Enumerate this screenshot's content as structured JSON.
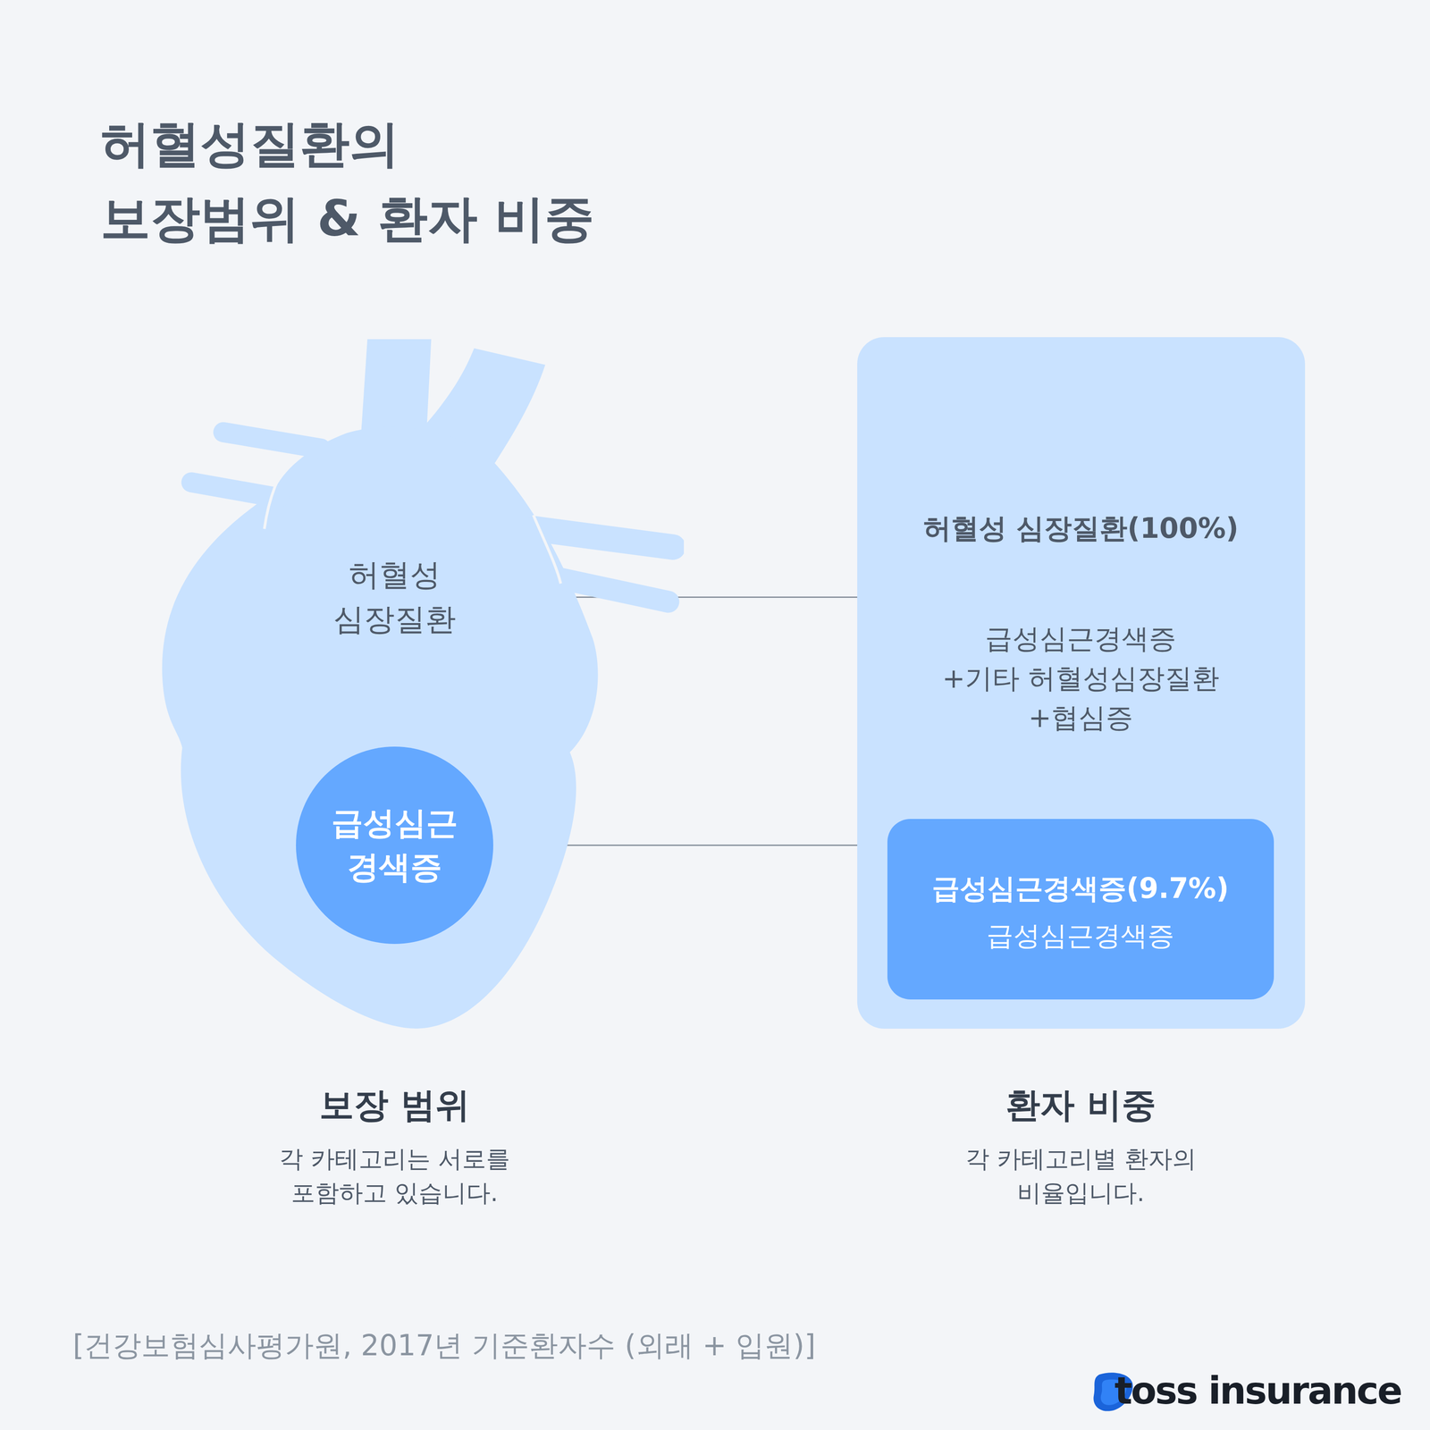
{
  "diagram": {
    "title": "허혈성질환의 보장범위 & 환자 비중",
    "caption": "[건강보험심사평가원, 2017년 기준환자수 (외래 + 입원)]",
    "nodes": [
      {
        "text": [
          "허혈성 심장질환"
        ]
      },
      {
        "text": [
          "급성심근 경색증"
        ],
        "in": 0
      },
      {
        "text": [
          "허혈성 심장질환(100%)",
          "급성심근경색증 +기타 허혈성심장질환 +협심증"
        ]
      },
      {
        "text": [
          "급성심근경색증(9.7%)",
          "급성심근경색증"
        ],
        "in": 2
      }
    ],
    "edges": [
      {
        "from": 0,
        "to": 2,
        "arrow": "none"
      },
      {
        "from": 1,
        "to": 3,
        "arrow": "none"
      }
    ],
    "labels": [
      "보장 범위",
      "각 카테고리는 서로를 포함하고 있습니다.",
      "환자 비중",
      "각 카테고리별 환자의 비율입니다.",
      "toss insurance"
    ]
  }
}
